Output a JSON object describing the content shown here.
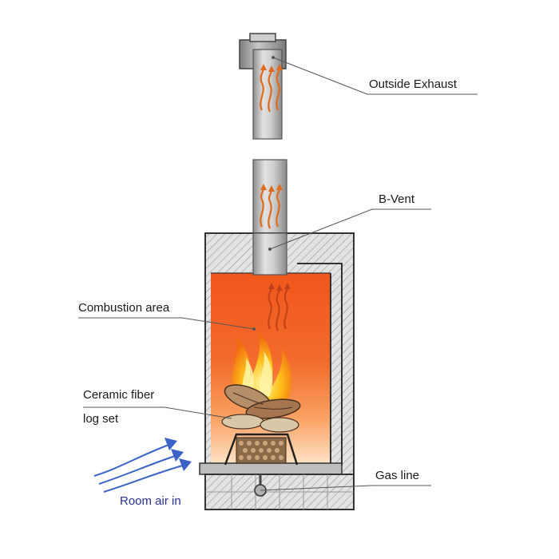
{
  "labels": {
    "outside_exhaust": "Outside Exhaust",
    "b_vent": "B-Vent",
    "combustion_area": "Combustion area",
    "ceramic_fiber_line1": "Ceramic fiber",
    "ceramic_fiber_line2": "log set",
    "gas_line": "Gas line",
    "room_air_in": "Room air in"
  },
  "colors": {
    "flame_top": "#f05a1e",
    "flame_bottom": "#ffd8a8",
    "pipe": "#b9b9b9",
    "insulation": "#d9d9d9",
    "air_arrows": "#3a63c9",
    "heat_arrows": "#d8501c",
    "room_air_text": "#2a2f8f"
  }
}
